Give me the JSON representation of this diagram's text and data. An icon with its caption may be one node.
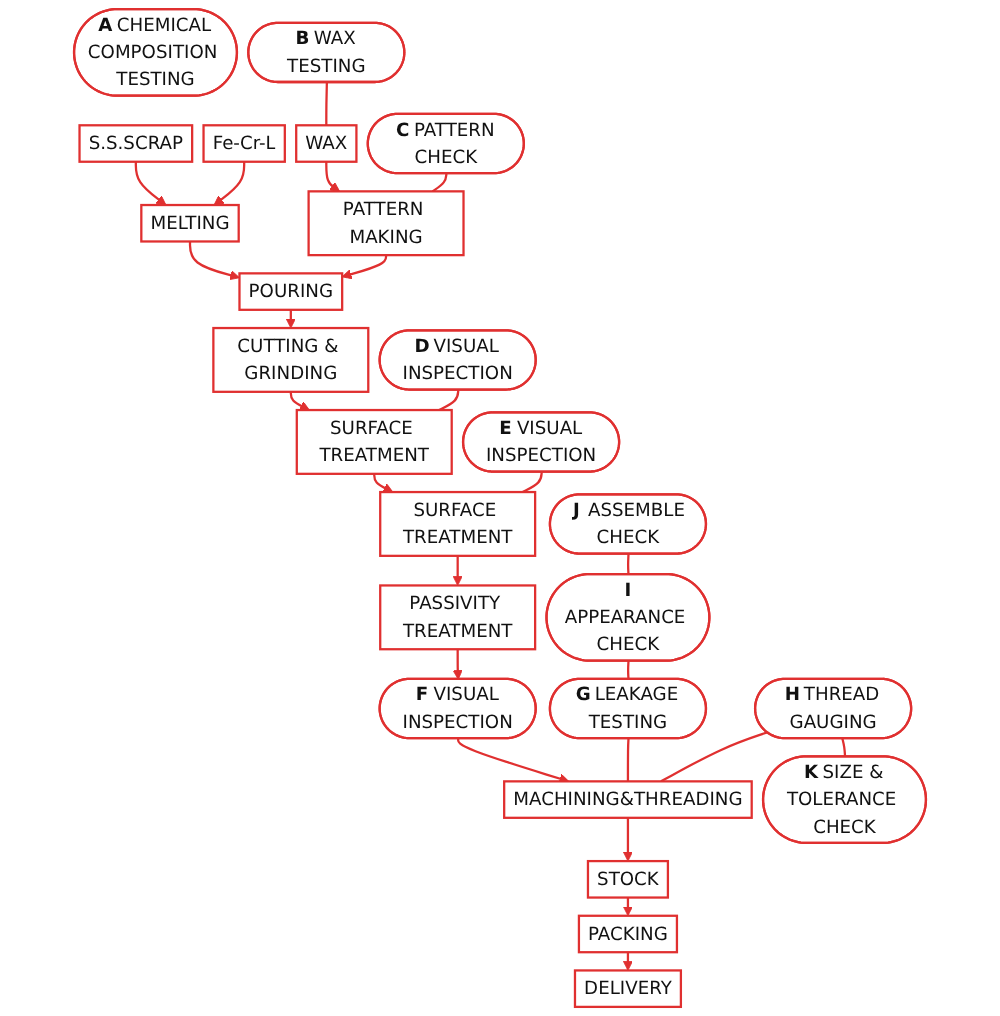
{
  "diagram": {
    "nodes": [
      {
        "text": [
          "S.S.SCRAP"
        ]
      },
      {
        "text": [
          "MELTING"
        ]
      },
      {
        "text": [
          "Fe-Cr-L"
        ]
      },
      {
        "text": [
          "A",
          "CHEMICAL COMPOSITION TESTING"
        ]
      },
      {
        "text": [
          "POURING"
        ]
      },
      {
        "text": [
          "CUTTING & GRINDING"
        ]
      },
      {
        "text": [
          "WAX"
        ]
      },
      {
        "text": [
          "PATTERN MAKING"
        ]
      },
      {
        "text": [
          "B",
          "WAX TESTING"
        ]
      },
      {
        "text": [
          "C",
          "PATTERN CHECK"
        ]
      },
      {
        "text": [
          "E",
          "VISUAL INSPECTION"
        ]
      },
      {
        "text": [
          "D",
          "VISUAL INSPECTION"
        ]
      },
      {
        "text": [
          "PASSIVITY TREATMENT"
        ]
      },
      {
        "text": [
          "SURFACE TREATMENT"
        ]
      },
      {
        "text": [
          "SURFACE TREATMENT"
        ]
      },
      {
        "text": [
          "J",
          "ASSEMBLE CHECK"
        ]
      },
      {
        "text": [
          "F",
          "VISUAL INSPECTION"
        ]
      },
      {
        "text": [
          "I",
          "APPEARANCE CHECK"
        ]
      },
      {
        "text": [
          "G",
          "LEAKAGE TESTING"
        ]
      },
      {
        "text": [
          "MACHINING&THREADING"
        ]
      },
      {
        "text": [
          "STOCK"
        ]
      },
      {
        "text": [
          "PACKING"
        ]
      },
      {
        "text": [
          "DELIVERY"
        ]
      },
      {
        "text": [
          "H",
          "THREAD GAUGING"
        ]
      },
      {
        "text": [
          "K",
          "SIZE & TOLERANCE CHECK"
        ]
      }
    ],
    "edges": [
      {
        "from": 0,
        "to": 1,
        "arrow": "to"
      },
      {
        "from": 2,
        "to": 1,
        "arrow": "to"
      },
      {
        "from": 1,
        "to": 4,
        "arrow": "to"
      },
      {
        "from": 6,
        "to": 7,
        "arrow": "to"
      },
      {
        "from": 8,
        "to": 6,
        "arrow": "none"
      },
      {
        "from": 7,
        "to": 4,
        "arrow": "to"
      },
      {
        "from": 9,
        "to": 7,
        "arrow": "none"
      },
      {
        "from": 4,
        "to": 5,
        "arrow": "to"
      },
      {
        "from": 5,
        "to": 14,
        "arrow": "to"
      },
      {
        "from": 11,
        "to": 14,
        "arrow": "none"
      },
      {
        "from": 14,
        "to": 13,
        "arrow": "to"
      },
      {
        "from": 10,
        "to": 13,
        "arrow": "none"
      },
      {
        "from": 13,
        "to": 12,
        "arrow": "to"
      },
      {
        "from": 12,
        "to": 16,
        "arrow": "to"
      },
      {
        "from": 16,
        "to": 19,
        "arrow": "to"
      },
      {
        "from": 15,
        "to": 17,
        "arrow": "none"
      },
      {
        "from": 17,
        "to": 18,
        "arrow": "none"
      },
      {
        "from": 18,
        "to": 19,
        "arrow": "none"
      },
      {
        "from": 19,
        "to": 20,
        "arrow": "to"
      },
      {
        "from": 23,
        "to": 19,
        "arrow": "none"
      },
      {
        "from": 23,
        "to": 24,
        "arrow": "none"
      },
      {
        "from": 20,
        "to": 21,
        "arrow": "to"
      },
      {
        "from": 21,
        "to": 22,
        "arrow": "to"
      }
    ]
  }
}
